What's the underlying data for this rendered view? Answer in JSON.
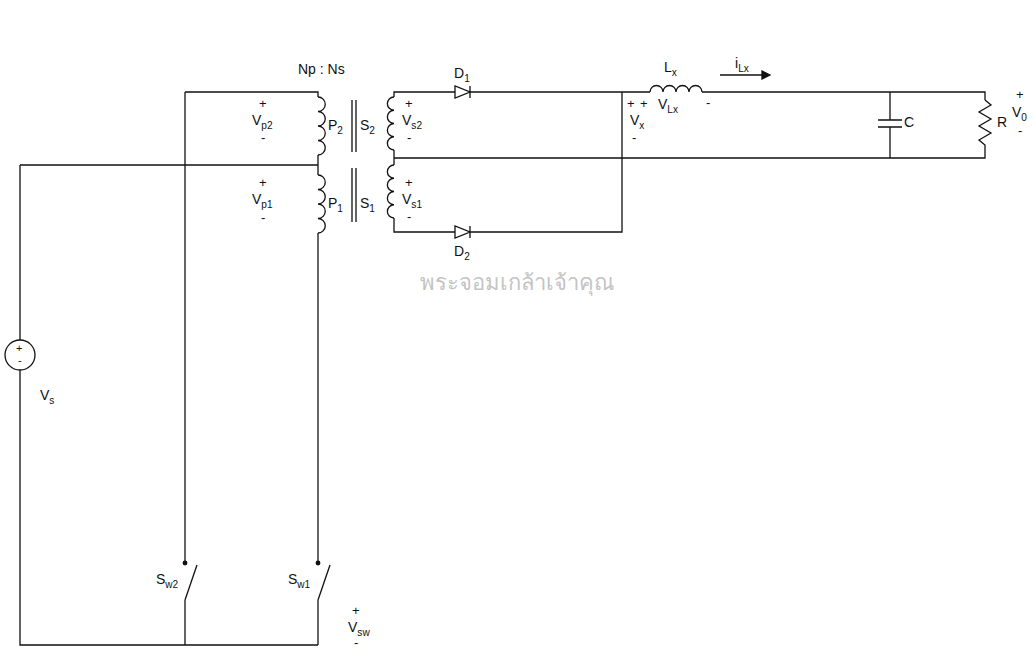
{
  "diagram": {
    "labels": [
      "Np : Ns",
      "D1",
      "iLx",
      "Lx",
      "+",
      "+",
      "VLx",
      "-",
      "+",
      "Vp2",
      "-",
      "P2",
      "S2",
      "+",
      "Vs2",
      "-",
      "Vx",
      "-",
      "C",
      "R",
      "+",
      "V0",
      "-",
      "+",
      "Vp1",
      "-",
      "P1",
      "S1",
      "+",
      "Vs1",
      "-",
      "D2",
      "+",
      "-",
      "Vs",
      "Sw2",
      "Sw1",
      "+",
      "Vsw",
      "-",
      "พระจอมเกล้าเจ้าคุณ"
    ]
  }
}
